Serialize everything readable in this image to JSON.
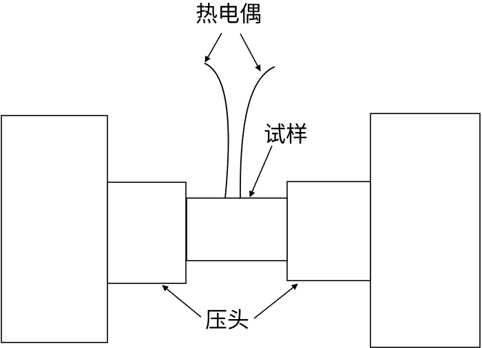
{
  "labels": {
    "thermocouple": "热电偶",
    "specimen": "试样",
    "anvil": "压头"
  },
  "colors": {
    "stroke": "#000000",
    "background": "#ffffff"
  }
}
